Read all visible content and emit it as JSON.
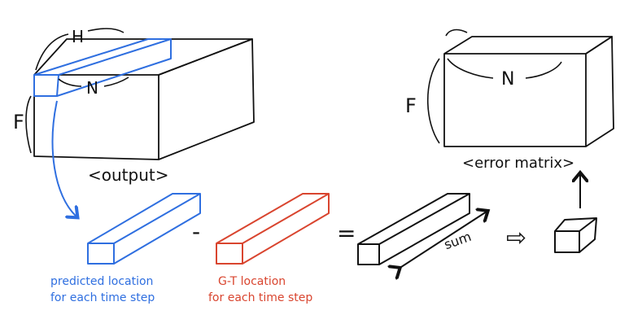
{
  "labels": {
    "output_H": "H",
    "output_N": "N",
    "output_F": "F",
    "output_caption": "<output>",
    "error_N": "N",
    "error_F": "F",
    "error_caption": "<error matrix>",
    "predicted_line1": "predicted location",
    "predicted_line2": "for each time step",
    "gt_line1": "G-T location",
    "gt_line2": "for each time step",
    "minus": "-",
    "equals": "=",
    "sum": "sum",
    "arrow_symbol": "⇨"
  },
  "colors": {
    "ink": "#111111",
    "predicted": "#2f6fe0",
    "ground_truth": "#d9452f"
  }
}
